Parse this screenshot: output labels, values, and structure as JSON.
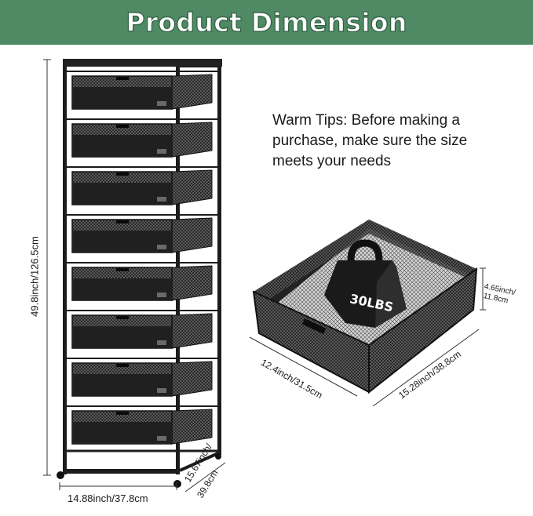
{
  "header": {
    "title": "Product Dimension"
  },
  "tips": {
    "text": "Warm Tips: Before making a purchase, make sure the size meets your needs"
  },
  "cart": {
    "height_label": "49.8inch/126.5cm",
    "width_label": "14.88inch/37.8cm",
    "depth_label_1": "15.67inch/",
    "depth_label_2": "39.8cm",
    "drawer_count": 8
  },
  "drawer": {
    "weight_label": "30LBS",
    "width_label": "12.4inch/31.5cm",
    "depth_label": "15.28inch/38.8cm",
    "height_label_1": "4.65inch/",
    "height_label_2": "11.8cm"
  },
  "colors": {
    "banner": "#4f8a64",
    "frame": "#1c1c1c"
  }
}
